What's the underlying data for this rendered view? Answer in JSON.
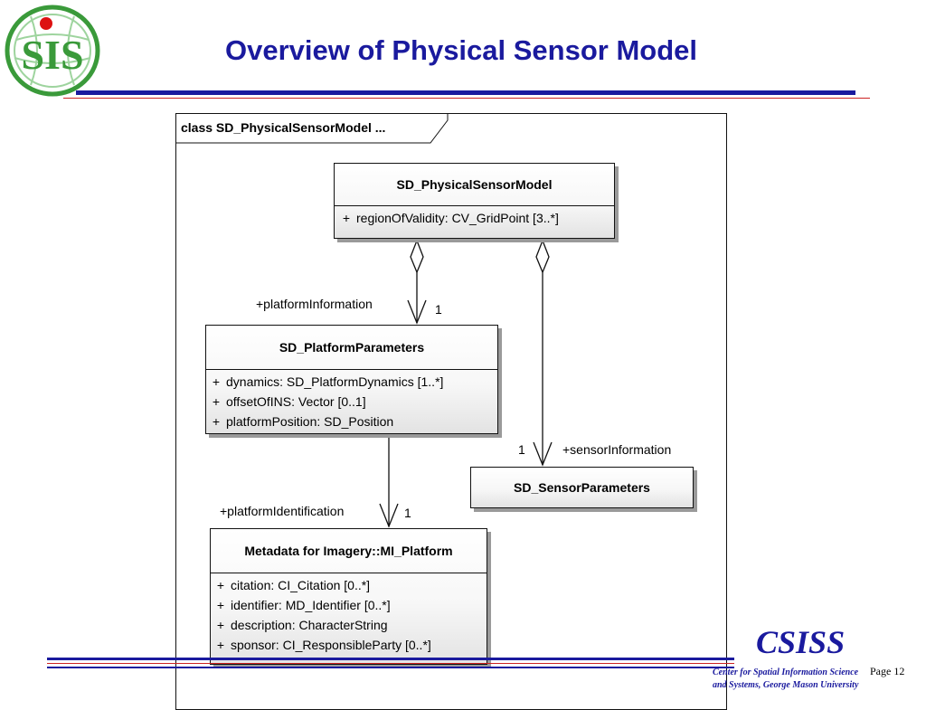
{
  "header": {
    "title": "Overview of Physical Sensor Model"
  },
  "logo": {
    "text": "SIS",
    "icon": "globe-icon"
  },
  "diagram": {
    "frame_label": "class SD_PhysicalSensorModel ...",
    "classes": [
      {
        "name": "SD_PhysicalSensorModel",
        "attributes": [
          {
            "vis": "+",
            "text": "regionOfValidity:  CV_GridPoint [3..*]"
          }
        ]
      },
      {
        "name": "SD_PlatformParameters",
        "attributes": [
          {
            "vis": "+",
            "text": "dynamics:  SD_PlatformDynamics [1..*]"
          },
          {
            "vis": "+",
            "text": "offsetOfINS:  Vector [0..1]"
          },
          {
            "vis": "+",
            "text": "platformPosition:  SD_Position"
          }
        ]
      },
      {
        "name": "SD_SensorParameters",
        "attributes": []
      },
      {
        "name": "Metadata for Imagery::MI_Platform",
        "attributes": [
          {
            "vis": "+",
            "text": "citation:  CI_Citation [0..*]"
          },
          {
            "vis": "+",
            "text": "identifier:  MD_Identifier [0..*]"
          },
          {
            "vis": "+",
            "text": "description:  CharacterString"
          },
          {
            "vis": "+",
            "text": "sponsor:  CI_ResponsibleParty [0..*]"
          }
        ]
      }
    ],
    "associations": [
      {
        "role": "+platformInformation",
        "multiplicity": "1"
      },
      {
        "role": "+sensorInformation",
        "multiplicity": "1"
      },
      {
        "role": "+platformIdentification",
        "multiplicity": "1"
      }
    ]
  },
  "footer": {
    "org_name": "CSISS",
    "org_line1": "Center for Spatial Information Science",
    "org_line2": "and Systems, George Mason University",
    "page_label": "Page  12"
  },
  "colors": {
    "title": "#1a1a9e",
    "rule_blue": "#1a1a9e",
    "rule_red": "#cc2222",
    "logo_green": "#3a9a3a",
    "logo_red": "#dd1111"
  }
}
